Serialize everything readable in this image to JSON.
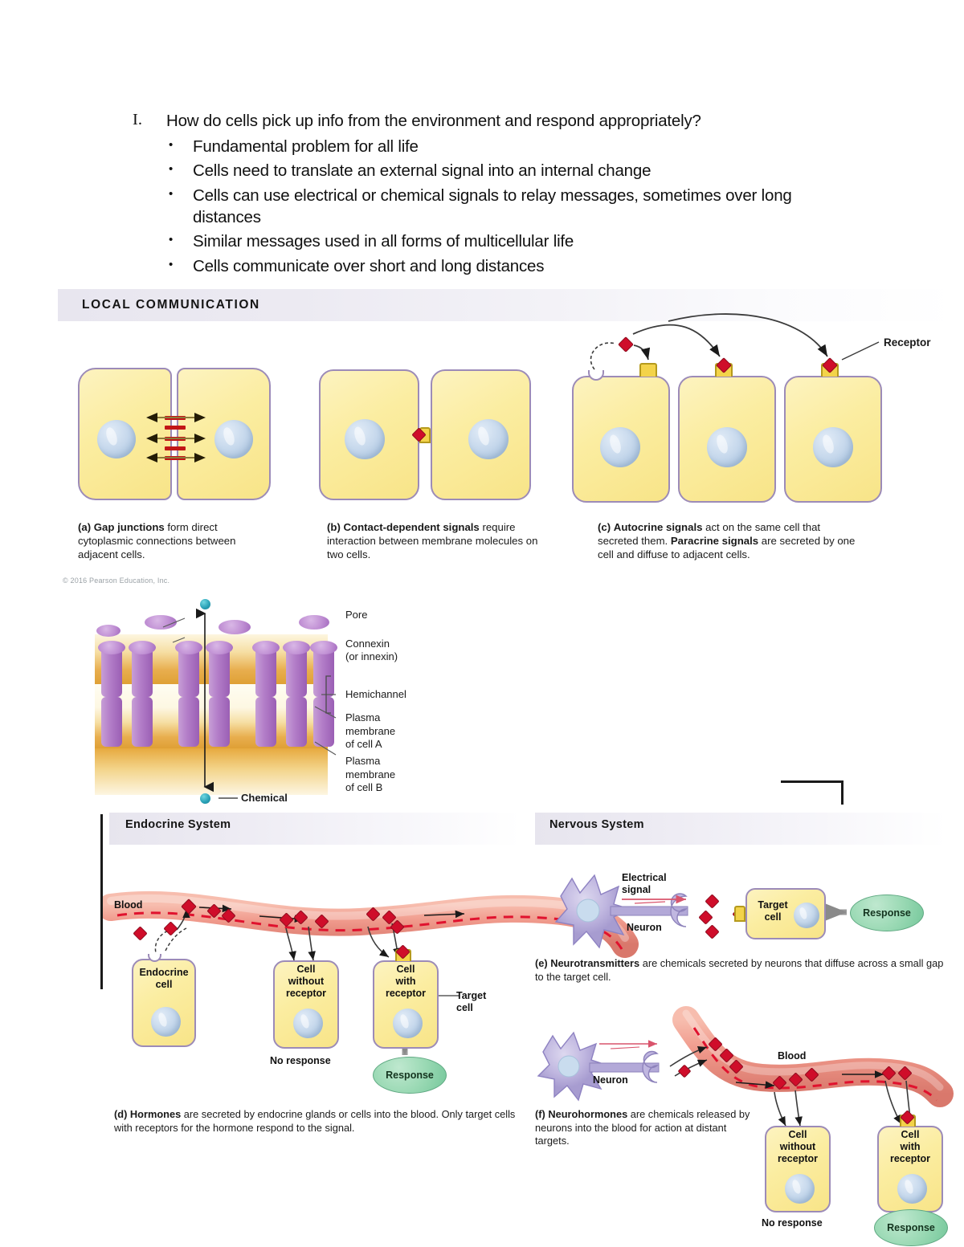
{
  "notes": {
    "roman_numeral": "I.",
    "heading": "How do cells pick up info from the environment and respond appropriately?",
    "bullet_char": "•",
    "bullets": [
      "Fundamental problem for all life",
      "Cells need to translate an external signal into an internal change",
      "Cells can use electrical or chemical signals to relay messages, sometimes over long distances",
      "Similar messages used in all forms of multicellular life",
      "Cells communicate over short and long distances"
    ]
  },
  "figure_local": {
    "band_title": "LOCAL COMMUNICATION",
    "copyright": "© 2016 Pearson Education, Inc.",
    "receptor_label": "Receptor",
    "captions": {
      "a_label": "(a)",
      "a_bold": "Gap junctions",
      "a_rest": " form direct cytoplasmic connections between adjacent cells.",
      "b_label": "(b)",
      "b_bold": "Contact-dependent signals",
      "b_rest": " require interaction between membrane molecules on two cells.",
      "c_label": "(c)",
      "c_bold1": "Autocrine signals",
      "c_mid": " act on the same cell that secreted them. ",
      "c_bold2": "Paracrine signals",
      "c_rest": " are secreted by one cell and diffuse to adjacent cells."
    }
  },
  "figure_gapjunction": {
    "labels": {
      "pore": "Pore",
      "connexin": "Connexin",
      "connexin2": "(or innexin)",
      "hemichannel": "Hemichannel",
      "plasma_a1": "Plasma",
      "plasma_a2": "membrane",
      "plasma_a3": "of cell A",
      "plasma_b1": "Plasma",
      "plasma_b2": "membrane",
      "plasma_b3": "of cell B",
      "chemical": "Chemical"
    }
  },
  "figure_long": {
    "endocrine": {
      "band_title": "Endocrine System",
      "blood": "Blood",
      "endocrine_cell_1": "Endocrine",
      "endocrine_cell_2": "cell",
      "cell_no_receptor_1": "Cell",
      "cell_no_receptor_2": "without",
      "cell_no_receptor_3": "receptor",
      "cell_with_receptor_1": "Cell",
      "cell_with_receptor_2": "with",
      "cell_with_receptor_3": "receptor",
      "target_cell_1": "Target",
      "target_cell_2": "cell",
      "no_response": "No response",
      "response": "Response",
      "caption_label": "(d)",
      "caption_bold": "Hormones",
      "caption_rest": " are secreted by endocrine glands or cells into the blood. Only target cells with receptors for the hormone respond to the signal."
    },
    "nervous": {
      "band_title": "Nervous System",
      "electrical_1": "Electrical",
      "electrical_2": "signal",
      "neuron": "Neuron",
      "target_cell_1": "Target",
      "target_cell_2": "cell",
      "response": "Response",
      "caption_e_label": "(e)",
      "caption_e_bold": "Neurotransmitters",
      "caption_e_rest": " are chemicals secreted by neurons that diffuse across a small gap to the target cell.",
      "neuron2": "Neuron",
      "blood": "Blood",
      "cell_no_receptor_1": "Cell",
      "cell_no_receptor_2": "without",
      "cell_no_receptor_3": "receptor",
      "cell_with_receptor_1": "Cell",
      "cell_with_receptor_2": "with",
      "cell_with_receptor_3": "receptor",
      "no_response": "No response",
      "response2": "Response",
      "caption_f_label": "(f)",
      "caption_f_bold": "Neurohormones",
      "caption_f_rest": " are chemicals released by neurons into the blood for action at distant targets."
    }
  },
  "colors": {
    "cell_fill": "#fbeda1",
    "cell_border": "#9c8bb8",
    "nucleus": "#c6d8ec",
    "signal_red": "#cf0d2a",
    "receptor_yellow": "#f3d34a",
    "blood_vessel": "#f09a8c",
    "response_green": "#9ad9b4",
    "connexin_purple": "#b47fc9",
    "membrane_orange": "#e8ae4e",
    "neuron_purple": "#b3a9d8",
    "gap_junction_red": "#c21616",
    "chemical_teal": "#2ba3b8"
  }
}
